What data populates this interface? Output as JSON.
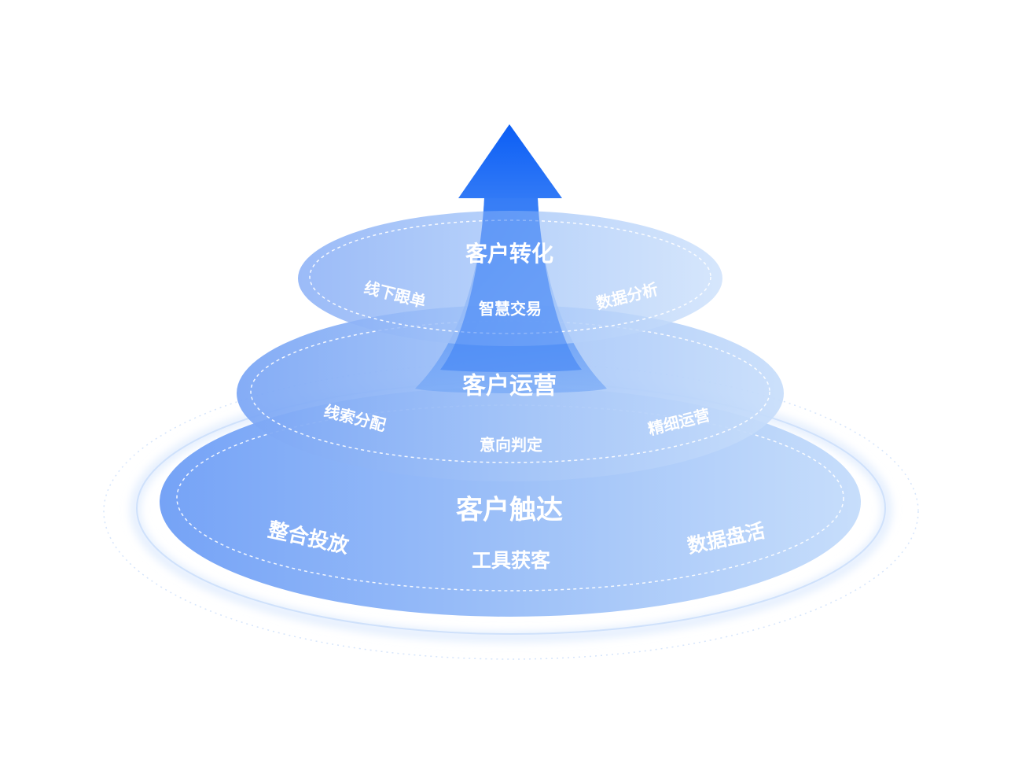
{
  "colors": {
    "arrow_top": "#0b5ef5",
    "arrow_bottom": "#4a8df7",
    "layer_left": "#6e9ef6",
    "layer_right": "#bcd6fb",
    "text": "#ffffff",
    "ring": "#c9dcf9"
  },
  "diagram": {
    "arrow_icon": "up-arrow-icon",
    "layers": [
      {
        "title": "客户转化",
        "items": [
          "线下跟单",
          "智慧交易",
          "数据分析"
        ]
      },
      {
        "title": "客户运营",
        "items": [
          "线索分配",
          "意向判定",
          "精细运营"
        ]
      },
      {
        "title": "客户触达",
        "items": [
          "整合投放",
          "工具获客",
          "数据盘活"
        ]
      }
    ]
  }
}
